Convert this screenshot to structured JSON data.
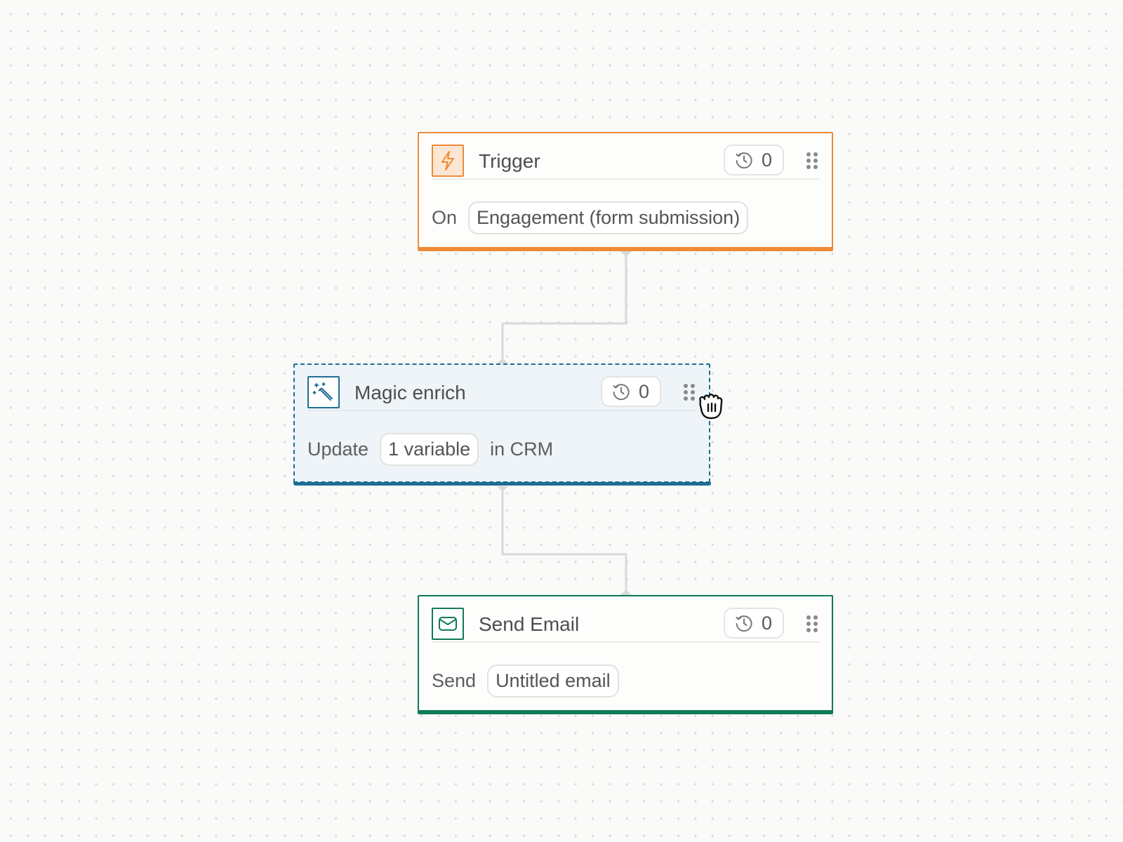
{
  "colors": {
    "trigger_accent": "#ee8a38",
    "enrich_accent": "#1e6e94",
    "email_accent": "#0f7a58",
    "connector": "#d9d9d9",
    "canvas_dot": "#dcdcdc"
  },
  "nodes": {
    "trigger": {
      "icon": "lightning-bolt-icon",
      "title": "Trigger",
      "run_count": "0",
      "body_prefix": "On",
      "chip": "Engagement (form submission)"
    },
    "enrich": {
      "icon": "magic-wand-icon",
      "title": "Magic enrich",
      "run_count": "0",
      "body_prefix": "Update",
      "chip": "1 variable",
      "body_suffix": "in CRM"
    },
    "email": {
      "icon": "envelope-icon",
      "title": "Send Email",
      "run_count": "0",
      "body_prefix": "Send",
      "chip": "Untitled email"
    }
  },
  "cursor": {
    "icon": "grab-hand-cursor-icon"
  }
}
